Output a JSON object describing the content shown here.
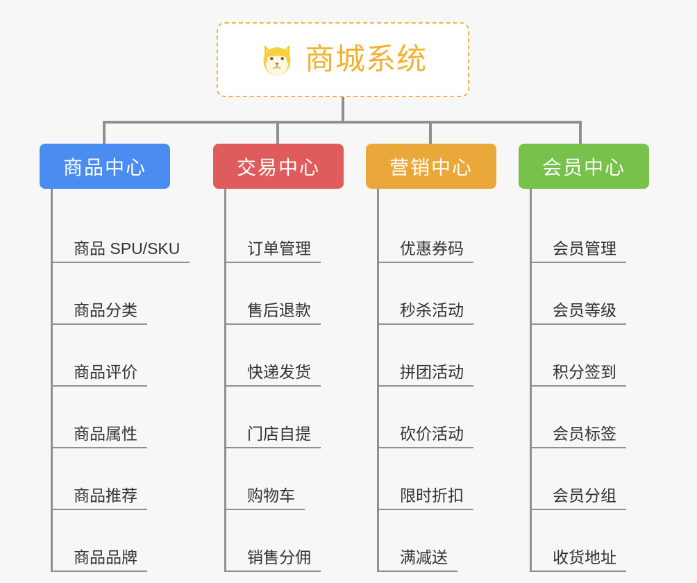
{
  "diagram": {
    "background_color": "#f7f7f7",
    "connector_color": "#8f8f8f",
    "root": {
      "title": "商城系统",
      "icon": "shiba-inu-icon",
      "text_color": "#f2b233",
      "border_color": "#f0b44a",
      "fill_color": "#ffffff"
    },
    "columns": [
      {
        "header": "商品中心",
        "color": "#4a8cf0",
        "items": [
          "商品 SPU/SKU",
          "商品分类",
          "商品评价",
          "商品属性",
          "商品推荐",
          "商品品牌"
        ]
      },
      {
        "header": "交易中心",
        "color": "#e05c5c",
        "items": [
          "订单管理",
          "售后退款",
          "快递发货",
          "门店自提",
          "购物车",
          "销售分佣"
        ]
      },
      {
        "header": "营销中心",
        "color": "#eaa83a",
        "items": [
          "优惠券码",
          "秒杀活动",
          "拼团活动",
          "砍价活动",
          "限时折扣",
          "满减送"
        ]
      },
      {
        "header": "会员中心",
        "color": "#78c14b",
        "items": [
          "会员管理",
          "会员等级",
          "积分签到",
          "会员标签",
          "会员分组",
          "收货地址"
        ]
      }
    ]
  }
}
